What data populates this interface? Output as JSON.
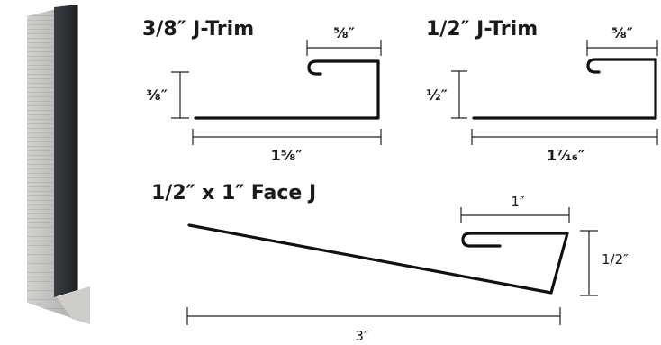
{
  "trim_38": {
    "title": "3/8″ J-Trim",
    "top_dim": "⅝″",
    "side_dim": "⅜″",
    "bottom_dim": "1⅝″"
  },
  "trim_12": {
    "title": "1/2″ J-Trim",
    "top_dim": "⅝″",
    "side_dim": "½″",
    "bottom_dim": "1⁷⁄₁₆″"
  },
  "face_j": {
    "title": "1/2″ x 1″ Face J",
    "top_dim": "1″",
    "side_dim": "1/2″",
    "bottom_dim": "3″"
  },
  "colors": {
    "profile": "#111111",
    "dark_flange": "#2e3236",
    "light_face": "#b8b6b3"
  }
}
